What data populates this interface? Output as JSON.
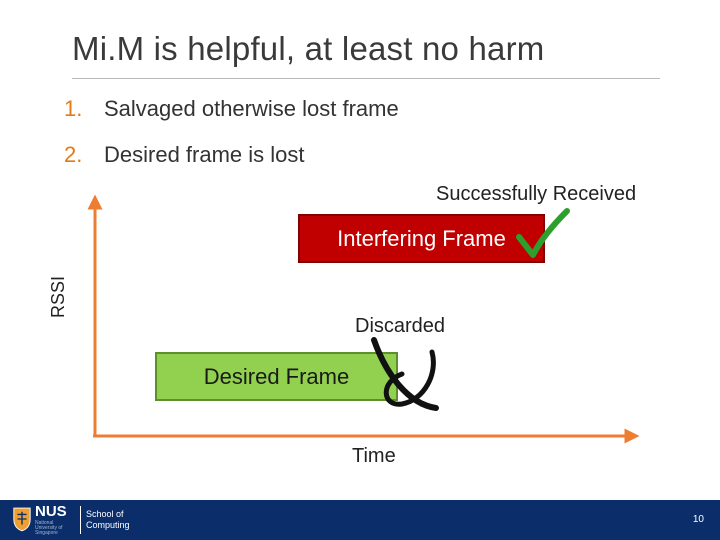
{
  "title": "Mi.M is helpful, at least no harm",
  "bullets": [
    {
      "num": "1.",
      "text": "Salvaged otherwise lost frame"
    },
    {
      "num": "2.",
      "text": "Desired frame is lost"
    }
  ],
  "diagram": {
    "y_axis_label": "RSSI",
    "x_axis_label": "Time",
    "interfering_frame": "Interfering Frame",
    "desired_frame": "Desired Frame",
    "success_label": "Successfully Received",
    "discard_label": "Discarded",
    "colors": {
      "axis": "#ed7d31",
      "interfering": "#c00000",
      "desired": "#92d050",
      "check": "#2ca02c"
    }
  },
  "footer": {
    "logo_text": "NUS",
    "logo_subtext": "National University of Singapore",
    "school": "School of Computing",
    "school_line1": "School of",
    "school_line2": "Computing",
    "page_number": "10"
  }
}
